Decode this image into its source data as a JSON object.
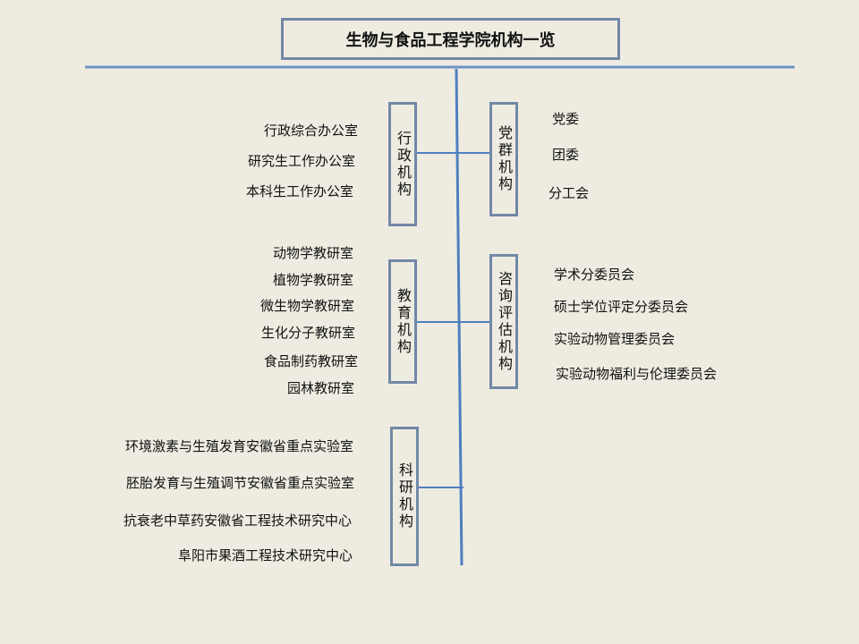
{
  "title": "生物与食品工程学院机构一览",
  "branches": {
    "admin": {
      "label": "行政机构",
      "items": [
        "行政综合办公室",
        "研究生工作办公室",
        "本科生工作办公室"
      ]
    },
    "party": {
      "label": "党群机构",
      "items": [
        "党委",
        "团委",
        "分工会"
      ]
    },
    "education": {
      "label": "教育机构",
      "items": [
        "动物学教研室",
        "植物学教研室",
        "微生物学教研室",
        "生化分子教研室",
        "食品制药教研室",
        "园林教研室"
      ]
    },
    "advisory": {
      "label": "咨询评估机构",
      "items": [
        "学术分委员会",
        "硕士学位评定分委员会",
        "实验动物管理委员会",
        "实验动物福利与伦理委员会"
      ]
    },
    "research": {
      "label": "科研机构",
      "items": [
        "环境激素与生殖发育安徽省重点实验室",
        "胚胎发育与生殖调节安徽省重点实验室",
        "抗衰老中草药安徽省工程技术研究中心",
        "阜阳市果酒工程技术研究中心"
      ]
    }
  },
  "colors": {
    "background": "#eeece1",
    "connector": "#4f81bd",
    "box_border": "#7288a6"
  }
}
